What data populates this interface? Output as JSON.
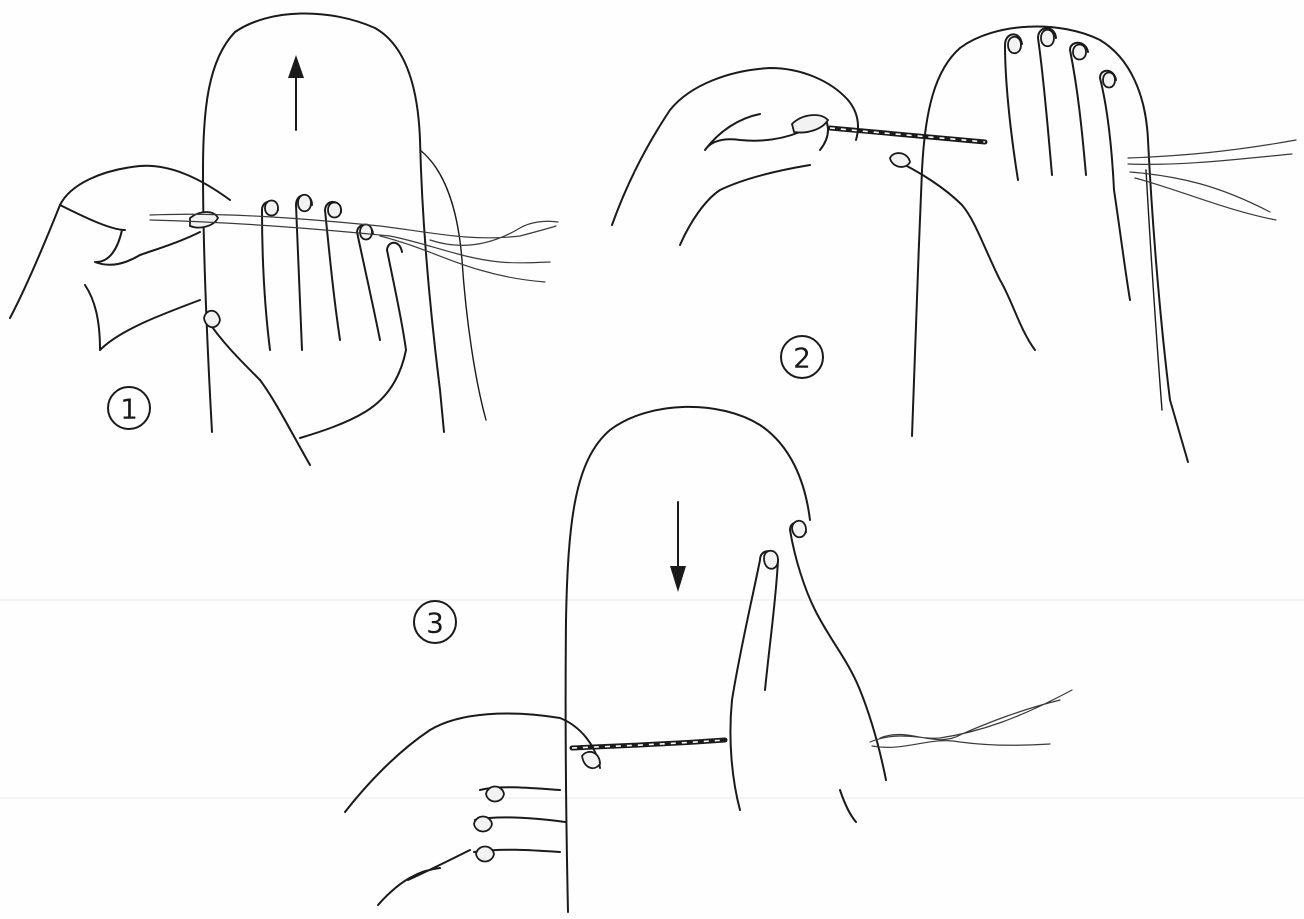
{
  "figure": {
    "steps": [
      {
        "label": "1",
        "arrow_direction": "up"
      },
      {
        "label": "2",
        "arrow_direction": ""
      },
      {
        "label": "3",
        "arrow_direction": "down"
      }
    ]
  }
}
